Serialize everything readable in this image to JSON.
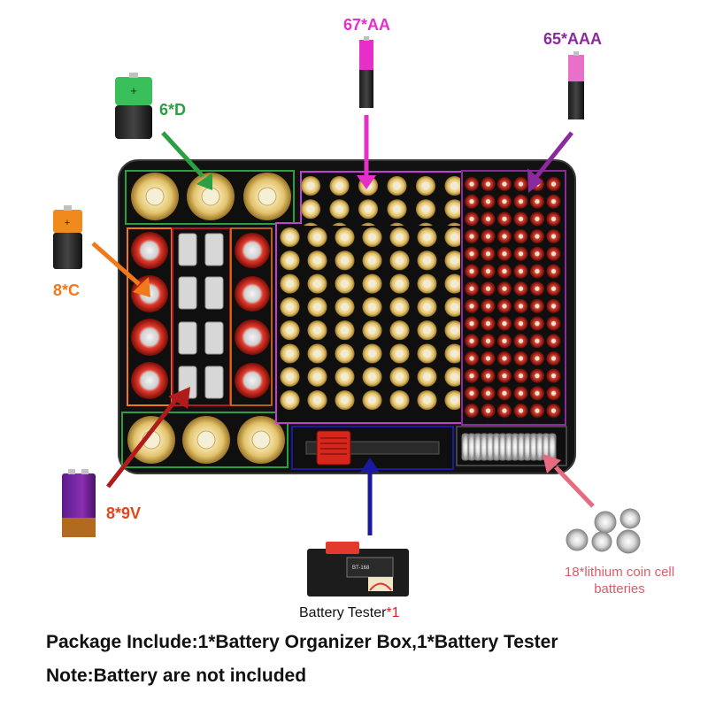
{
  "labels": {
    "aa": "67*AA",
    "aaa": "65*AAA",
    "d": "6*D",
    "c": "8*C",
    "nine_v": "8*9V",
    "coin_line1": "18*lithium coin cell",
    "coin_line2": "batteries",
    "tester": "Battery Tester",
    "tester_qty": "*1"
  },
  "footer": {
    "package": "Package Include:1*Battery Organizer Box,1*Battery Tester",
    "note": "Note:Battery are not included"
  },
  "colors": {
    "aa": "#e62ec9",
    "aaa": "#8a2a9c",
    "d": "#2aa043",
    "c": "#f07a1a",
    "nine_v": "#b01c1c",
    "coin": "#e05a6a",
    "tester": "#1a1aa0",
    "case": "#121212"
  },
  "tester_device": {
    "model": "BT-168"
  }
}
